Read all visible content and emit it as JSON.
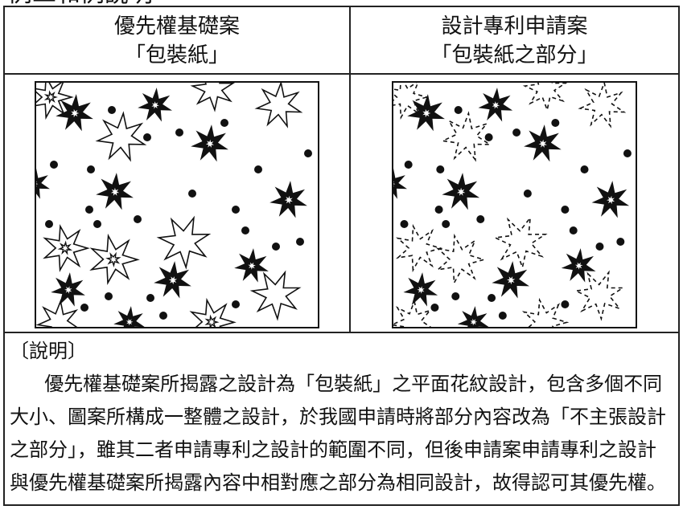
{
  "top_fragment": "例二和例說明",
  "headers": {
    "left": [
      "優先權基礎案",
      "「包裝紙」"
    ],
    "right": [
      "設計專利申請案",
      "「包裝紙之部分」"
    ]
  },
  "images": {
    "left": "pattern-solid-outline-flowers",
    "right": "pattern-solid-dashed-flowers"
  },
  "explanation": {
    "label": "〔說明〕",
    "text": "優先權基礎案所揭露之設計為「包裝紙」之平面花紋設計，包含多個不同大小、圖案所構成一整體之設計，於我國申請時將部分內容改為「不主張設計之部分」，雖其二者申請專利之設計的範圍不同，但後申請案申請專利之設計與優先權基礎案所揭露內容中相對應之部分為相同設計，故得認可其優先權。"
  },
  "colors": {
    "ink": "#111111",
    "border": "#222222"
  }
}
